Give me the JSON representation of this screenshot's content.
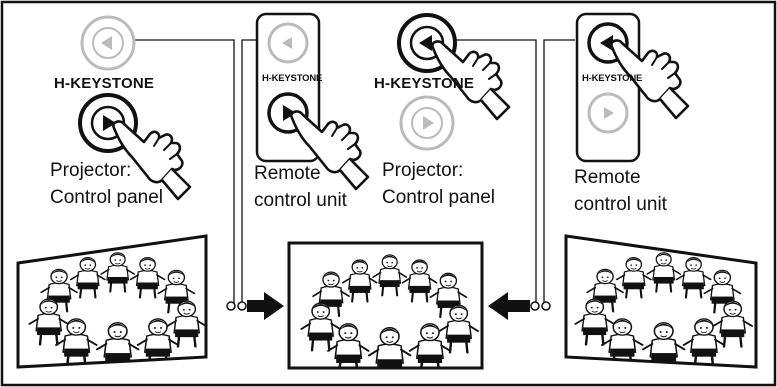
{
  "diagram": {
    "steps": [
      {
        "id": "projector-left",
        "button_label": "H-KEYSTONE",
        "caption_line1": "Projector:",
        "caption_line2": "Control panel",
        "pressed_button": "right",
        "result_direction": "keystone-right"
      },
      {
        "id": "remote-left",
        "button_label": "H-KEYSTONE",
        "caption_line1": "Remote",
        "caption_line2": "control unit",
        "pressed_button": "right",
        "result_direction": "keystone-right"
      },
      {
        "id": "projector-right",
        "button_label": "H-KEYSTONE",
        "caption_line1": "Projector:",
        "caption_line2": "Control panel",
        "pressed_button": "left",
        "result_direction": "keystone-left"
      },
      {
        "id": "remote-right",
        "button_label": "H-KEYSTONE",
        "caption_line1": "Remote",
        "caption_line2": "control unit",
        "pressed_button": "left",
        "result_direction": "keystone-left"
      }
    ],
    "screens": [
      {
        "id": "left",
        "shape": "trapezoid-taller-right"
      },
      {
        "id": "center",
        "shape": "rectangle"
      },
      {
        "id": "right",
        "shape": "trapezoid-taller-left"
      }
    ],
    "arrows": [
      {
        "from": "left-screen",
        "to": "center-screen",
        "direction": "right"
      },
      {
        "from": "right-screen",
        "to": "center-screen",
        "direction": "left"
      }
    ],
    "icons": [
      "pointing-hand-icon",
      "arrow-right-icon",
      "arrow-left-icon",
      "children-circle-image"
    ],
    "colors": {
      "ink": "#111111",
      "inactive": "#bbbbbb",
      "background": "#ffffff"
    }
  }
}
